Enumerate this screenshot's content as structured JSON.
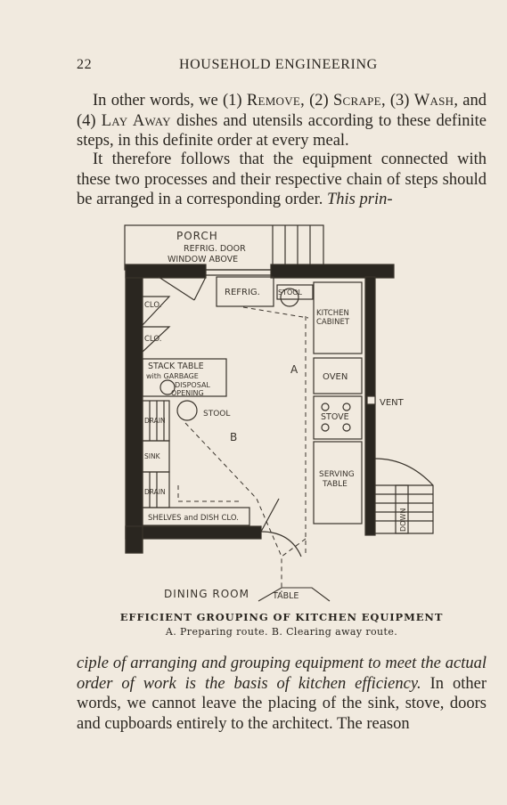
{
  "header": {
    "page_number": "22",
    "title": "HOUSEHOLD ENGINEERING"
  },
  "paragraph1": {
    "t1": "In other words, we (1) ",
    "remove": "Remove",
    "t2": ", (2) ",
    "scrape": "Scrape",
    "t3": ", (3) ",
    "wash": "Wash",
    "t4": ", and (4) ",
    "lay_away": "Lay Away",
    "t5": " dishes and utensils according to these definite steps, in this definite order at every meal."
  },
  "paragraph2": {
    "text": "It therefore follows that the equipment connected with these two processes and their respective chain of steps should be arranged in a corresponding order. ",
    "italic": "This prin-"
  },
  "figure": {
    "labels": {
      "porch": "PORCH",
      "refrig_door": "REFRIG. DOOR",
      "window_above": "WINDOW ABOVE",
      "refrig": "REFRIG.",
      "stool_top": "STOOL",
      "kitchen": "KITCHEN",
      "cabinet": "CABINET",
      "clo1": "CLO.",
      "clo2": "CLO.",
      "stack_table": "STACK TABLE",
      "with_garbage": "with GARBAGE",
      "disposal": "DISPOSAL",
      "opening": "OPENING",
      "route_a": "A",
      "oven": "OVEN",
      "vent": "VENT",
      "drain1": "DRAIN",
      "stool_mid": "STOOL",
      "route_b": "B",
      "stove": "STOVE",
      "sink": "SINK",
      "serving": "SERVING",
      "table": "TABLE",
      "drain2": "DRAIN",
      "shelves": "SHELVES and DISH CLO.",
      "down": "DOWN",
      "dining_room": "DINING ROOM",
      "dining_table": "TABLE"
    }
  },
  "caption": {
    "title": "EFFICIENT GROUPING OF KITCHEN EQUIPMENT",
    "subtitle": "A. Preparing route.   B. Clearing away route."
  },
  "paragraph3": {
    "italic": "ciple of arranging and grouping equipment to meet the actual order of work is the basis of kitchen efficiency.",
    "text": " In other words, we cannot leave the placing of the sink, stove, doors and cupboards entirely to the architect. The reason"
  }
}
